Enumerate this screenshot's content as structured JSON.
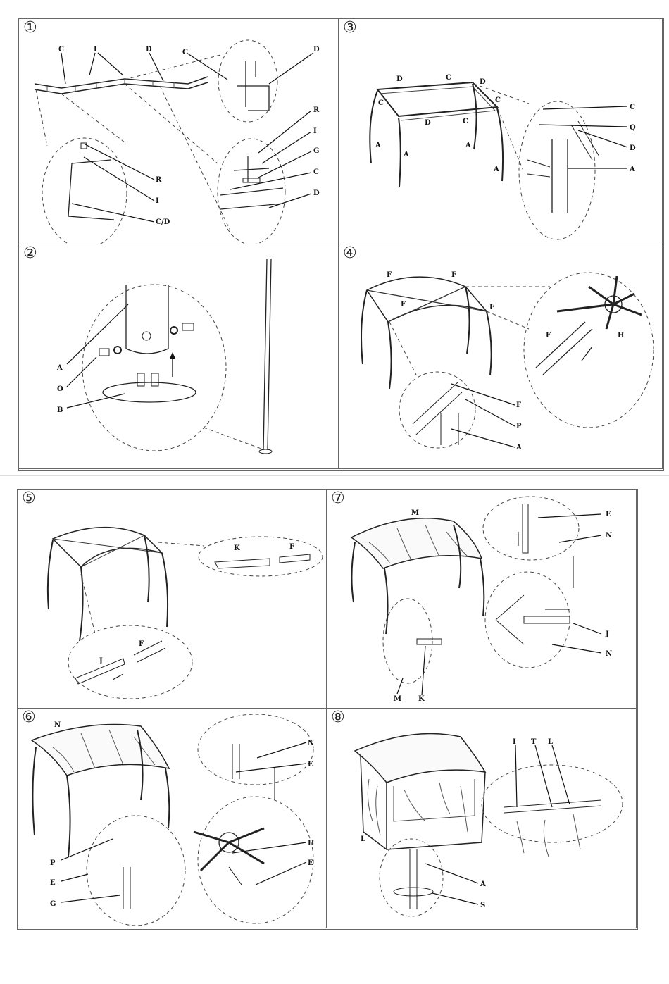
{
  "steps": [
    {
      "id": "1",
      "num": "①",
      "labels": [
        "C",
        "I",
        "D",
        "C",
        "D",
        "R",
        "I",
        "G",
        "C",
        "D",
        "R",
        "I",
        "C/D"
      ]
    },
    {
      "id": "2",
      "num": "②",
      "labels": [
        "A",
        "O",
        "B"
      ]
    },
    {
      "id": "3",
      "num": "③",
      "labels": [
        "D",
        "C",
        "D",
        "C",
        "C",
        "D",
        "C",
        "A",
        "A",
        "A",
        "A",
        "C",
        "Q",
        "D",
        "A"
      ]
    },
    {
      "id": "4",
      "num": "④",
      "labels": [
        "F",
        "F",
        "F",
        "F",
        "F",
        "H",
        "F",
        "P",
        "A"
      ]
    },
    {
      "id": "5",
      "num": "⑤",
      "labels": [
        "K",
        "F",
        "J",
        "F"
      ]
    },
    {
      "id": "7",
      "num": "⑦",
      "labels": [
        "M",
        "E",
        "N",
        "J",
        "N",
        "M",
        "K"
      ]
    },
    {
      "id": "6",
      "num": "⑥",
      "labels": [
        "N",
        "N",
        "E",
        "H",
        "E",
        "P",
        "E",
        "G"
      ]
    },
    {
      "id": "8",
      "num": "⑧",
      "labels": [
        "I",
        "T",
        "L",
        "L",
        "A",
        "S"
      ]
    }
  ]
}
